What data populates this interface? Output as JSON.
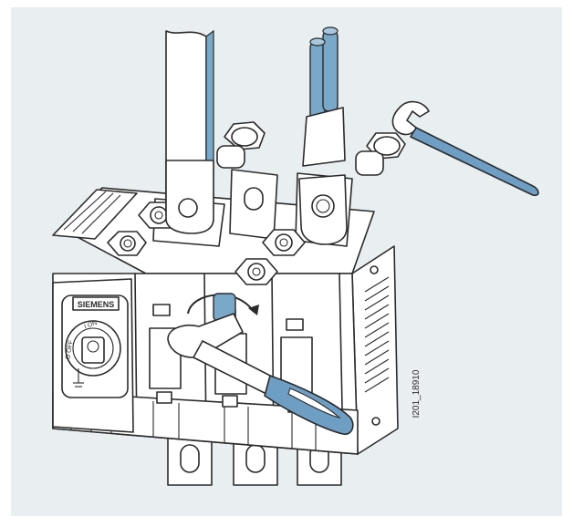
{
  "figure_id": "I201_18910",
  "brand_label": "SIEMENS",
  "dial": {
    "on_label": "I ON",
    "off_label": "O OFF"
  },
  "colors": {
    "panel_background": "#e9eef1",
    "metal": "#ffffff",
    "outline": "#2b2b2b",
    "cable_blue": "#7aa8c8",
    "tool_blue": "#6e9ec4"
  }
}
